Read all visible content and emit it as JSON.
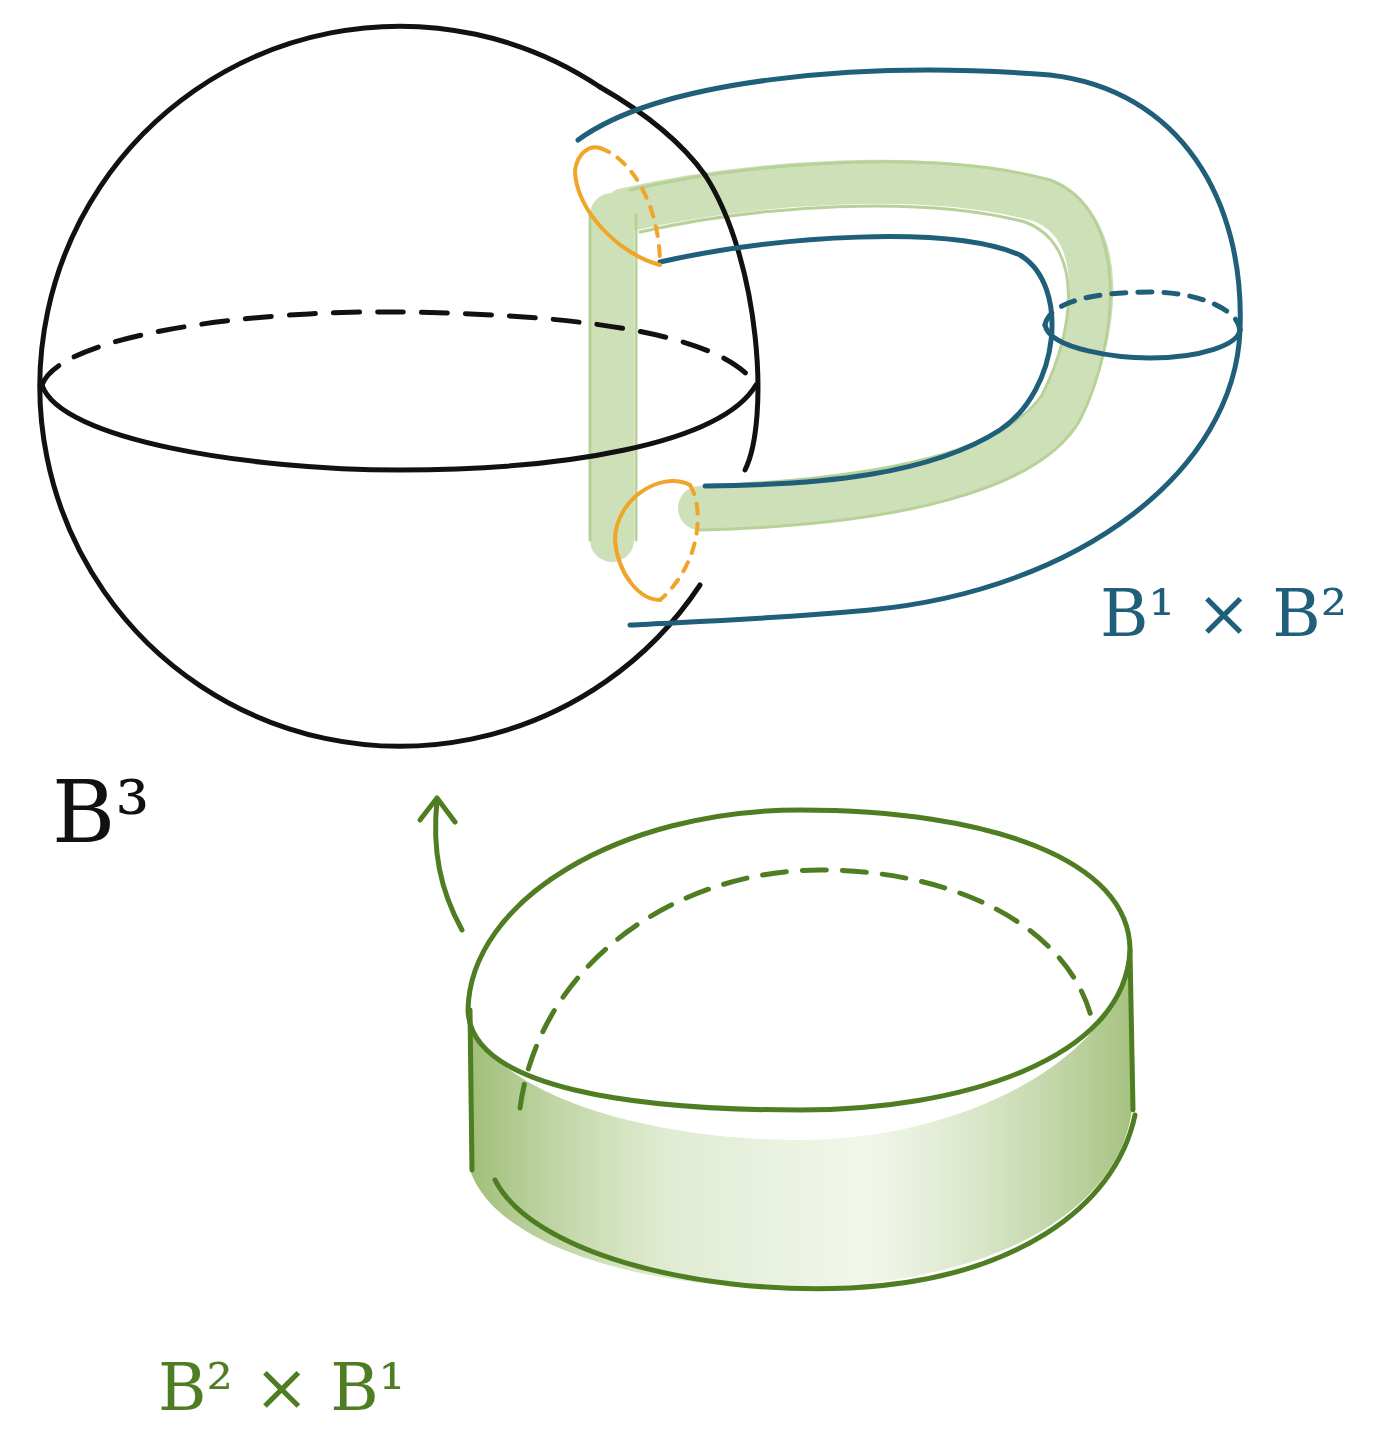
{
  "diagram": {
    "labels": [
      "B³",
      "B¹ × B²",
      "B² × B¹"
    ]
  }
}
